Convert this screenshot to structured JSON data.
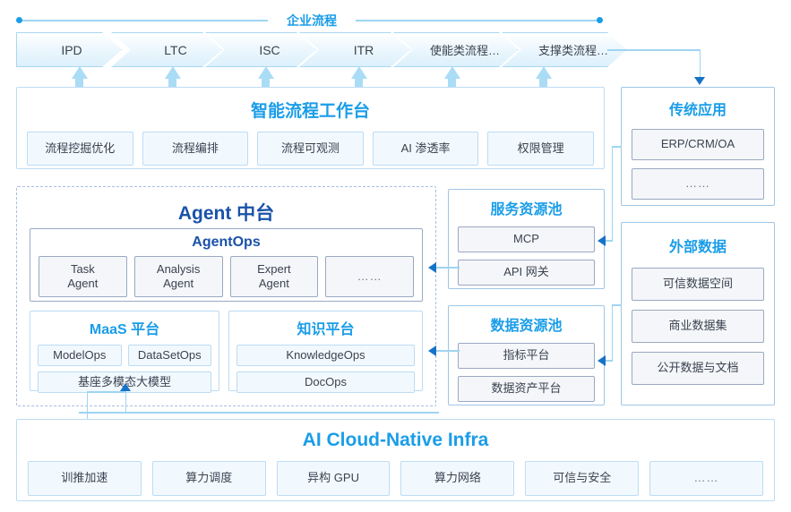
{
  "diagram": {
    "rail": {
      "label": "企业流程",
      "stages": [
        "IPD",
        "LTC",
        "ISC",
        "ITR",
        "使能类流程…",
        "支撑类流程…"
      ]
    },
    "workbench": {
      "title": "智能流程工作台",
      "items": [
        "流程挖掘优化",
        "流程编排",
        "流程可观测",
        "AI 渗透率",
        "权限管理"
      ]
    },
    "agent_hub": {
      "title": "Agent 中台",
      "agentops": {
        "title": "AgentOps",
        "items": [
          "Task\nAgent",
          "Analysis\nAgent",
          "Expert\nAgent",
          "……"
        ],
        "item_task_l1": "Task",
        "item_task_l2": "Agent",
        "item_analysis_l1": "Analysis",
        "item_analysis_l2": "Agent",
        "item_expert_l1": "Expert",
        "item_expert_l2": "Agent",
        "item_more": "……"
      },
      "maas": {
        "title": "MaaS 平台",
        "model_ops": "ModelOps",
        "dataset_ops": "DataSetOps",
        "foundation_model": "基座多模态大模型"
      },
      "knowledge": {
        "title": "知识平台",
        "knowledge_ops": "KnowledgeOps",
        "doc_ops": "DocOps"
      }
    },
    "service_pool": {
      "title": "服务资源池",
      "items": [
        "MCP",
        "API 网关"
      ]
    },
    "data_pool": {
      "title": "数据资源池",
      "items": [
        "指标平台",
        "数据资产平台"
      ]
    },
    "legacy_apps": {
      "title": "传统应用",
      "items": [
        "ERP/CRM/OA",
        "……"
      ]
    },
    "external_data": {
      "title": "外部数据",
      "items": [
        "可信数据空间",
        "商业数据集",
        "公开数据与文档"
      ]
    },
    "infra": {
      "title": "AI Cloud-Native Infra",
      "items": [
        "训推加速",
        "算力调度",
        "异构 GPU",
        "算力网络",
        "可信与安全",
        "……"
      ]
    },
    "colors": {
      "accent_cyan": "#1a9de8",
      "accent_navy": "#1a52a8",
      "arrow_blue": "#1673c8",
      "line_blue": "#9fd4f2",
      "chip_fill": "#f4f6f9",
      "chip_border": "#9aa8c0",
      "panel_border": "#bcdcf4"
    }
  }
}
